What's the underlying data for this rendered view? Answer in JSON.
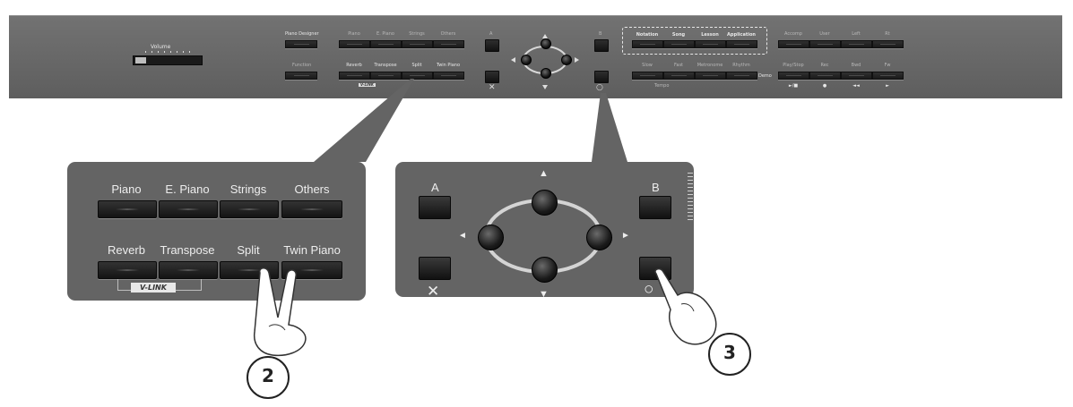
{
  "strip": {
    "volume_label": "Volume",
    "piano_designer": "Piano Designer",
    "function": "Function",
    "tones_row1": [
      "Piano",
      "E. Piano",
      "Strings",
      "Others"
    ],
    "tones_row2": [
      "Reverb",
      "Transpose",
      "Split",
      "Twin Piano"
    ],
    "vlink": "V-LINK",
    "a": "A",
    "b": "B",
    "x_mark": "✕",
    "o_mark": "○",
    "modes": [
      "Notation",
      "Song",
      "Lesson",
      "Application"
    ],
    "tempo_row": [
      "Slow",
      "Fast",
      "Metronome",
      "Rhythm"
    ],
    "tempo_label": "Tempo",
    "demo_label": "Demo",
    "tracks": [
      "Accomp",
      "User",
      "Left",
      "Rt"
    ],
    "transport": [
      "Play/Stop",
      "Rec",
      "Bwd",
      "Fw"
    ],
    "transport_icons": [
      "►/■",
      "●",
      "◄◄",
      "►"
    ]
  },
  "zoom_left": {
    "row1": [
      "Piano",
      "E. Piano",
      "Strings",
      "Others"
    ],
    "row2": [
      "Reverb",
      "Transpose",
      "Split",
      "Twin Piano"
    ],
    "vlink": "V-LINK"
  },
  "zoom_right": {
    "a": "A",
    "b": "B",
    "x_mark": "✕",
    "o_mark": "○",
    "up": "▲",
    "down": "▼",
    "left": "◄",
    "right": "►"
  },
  "callouts": [
    "2",
    "3"
  ]
}
